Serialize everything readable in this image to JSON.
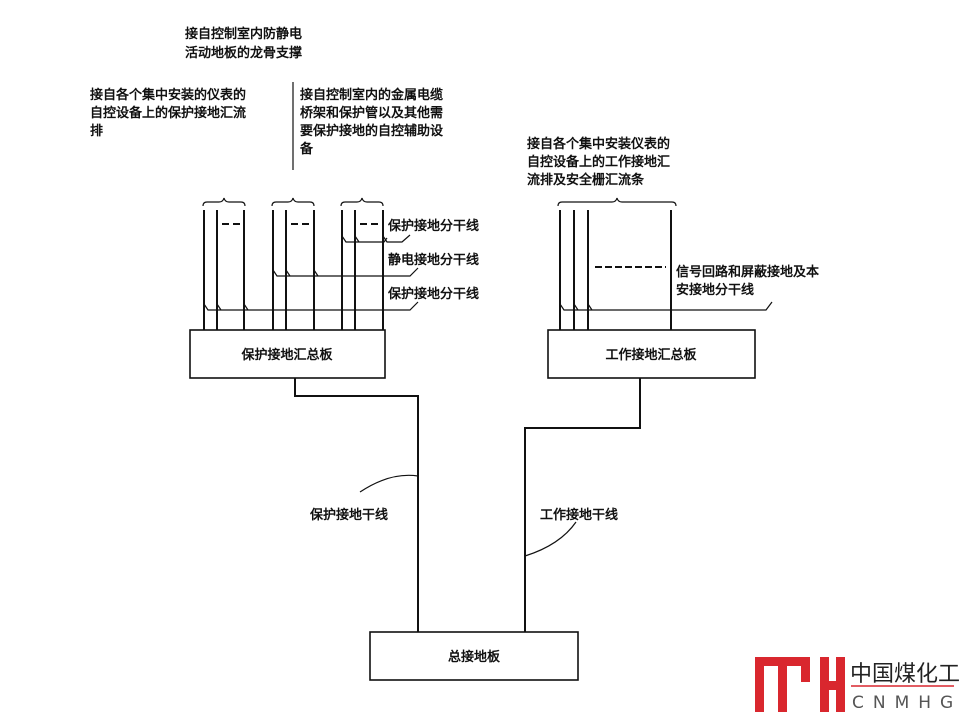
{
  "notes": {
    "top_center": [
      "接自控制室内防静电",
      "活动地板的龙骨支撑"
    ],
    "top_left": [
      "接自各个集中安装的仪表的",
      "自控设备上的保护接地汇流",
      "排"
    ],
    "top_middle": [
      "接自控制室内的金属电缆",
      "桥架和保护管以及其他需",
      "要保护接地的自控辅助设",
      "备"
    ],
    "top_right": [
      "接自各个集中安装仪表的",
      "自控设备上的工作接地汇",
      "流排及安全栅汇流条"
    ]
  },
  "branch_labels": {
    "protect_1": "保护接地分干线",
    "static": "静电接地分干线",
    "protect_2": "保护接地分干线",
    "signal": [
      "信号回路和屏蔽接地及本",
      "安接地分干线"
    ]
  },
  "boxes": {
    "protect_bus": "保护接地汇总板",
    "work_bus": "工作接地汇总板",
    "main": "总接地板"
  },
  "trunks": {
    "protect": "保护接地干线",
    "work": "工作接地干线"
  },
  "logo": {
    "cn": "中国煤化工",
    "en": "CNMHG",
    "color": "#d9272e"
  }
}
